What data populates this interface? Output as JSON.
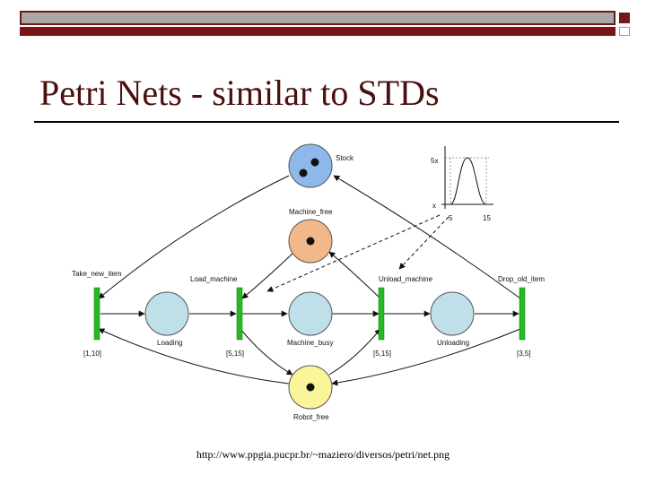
{
  "title": "Petri Nets - similar to STDs",
  "credit": "http://www.ppgia.pucpr.br/~maziero/diversos/petri/net.png",
  "diagram": {
    "places": {
      "stock": "Stock",
      "machine_free": "Machine_free",
      "loading": "Loading",
      "machine_busy": "Machine_busy",
      "unloading": "Unloading",
      "robot_free": "Robot_free"
    },
    "transitions": {
      "take_new_item": "Take_new_item",
      "load_machine": "Load_machine",
      "unload_machine": "Unload_machine",
      "drop_old_item": "Drop_old_item"
    },
    "intervals": {
      "take_new_item": "[1,10]",
      "load_machine": "[5,15]",
      "unload_machine": "[5,15]",
      "drop_old_item": "[3,5]"
    },
    "inset_plot": {
      "y_label": "5x",
      "x_label": "x",
      "x_ticks": [
        "5",
        "15"
      ]
    }
  },
  "colors": {
    "stock": "#8fb8ea",
    "machine_free": "#f2b88a",
    "process_place": "#bfe0e8",
    "robot_free": "#fbf59a",
    "transition": "#22bb22",
    "title": "#4a1010",
    "accent": "#7a1515"
  }
}
